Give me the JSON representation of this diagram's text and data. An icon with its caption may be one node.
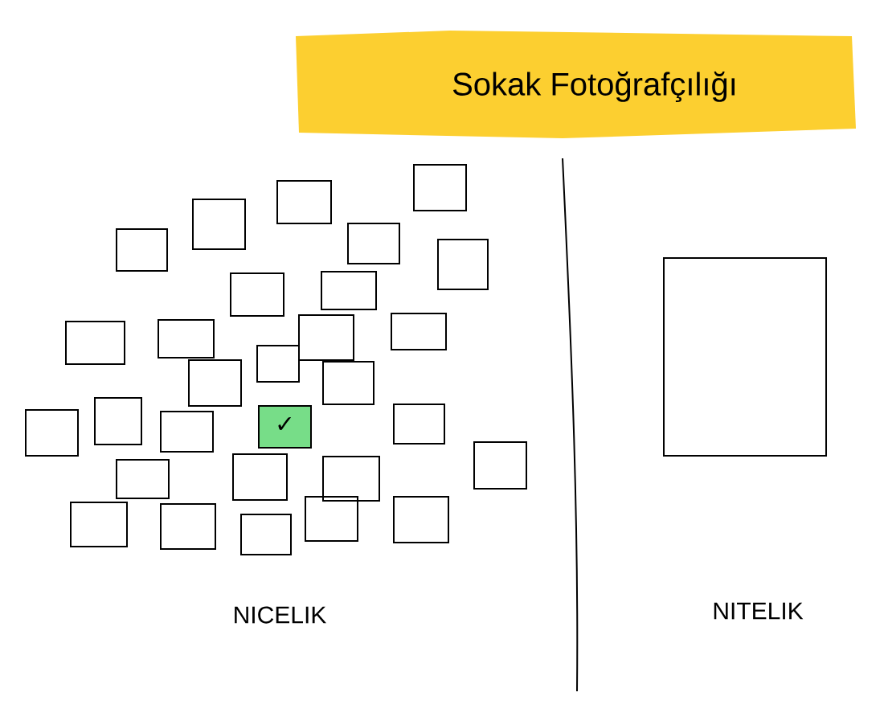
{
  "diagram": {
    "title": "Sokak Fotoğrafçılığı",
    "nodes": [
      {
        "text": [],
        "shape": "box"
      },
      {
        "text": [],
        "shape": "box"
      },
      {
        "text": [],
        "shape": "box"
      },
      {
        "text": [],
        "shape": "box"
      },
      {
        "text": [],
        "shape": "box"
      },
      {
        "text": [],
        "shape": "box"
      },
      {
        "text": [],
        "shape": "box"
      },
      {
        "text": [],
        "shape": "box"
      },
      {
        "text": [],
        "shape": "box"
      },
      {
        "text": [],
        "shape": "box"
      },
      {
        "text": [],
        "shape": "box"
      },
      {
        "text": [],
        "shape": "box"
      },
      {
        "text": [],
        "shape": "box"
      },
      {
        "text": [],
        "shape": "box"
      },
      {
        "text": [],
        "shape": "box"
      },
      {
        "text": [],
        "shape": "box"
      },
      {
        "text": [],
        "shape": "box"
      },
      {
        "text": [],
        "shape": "box"
      },
      {
        "text": [
          "✓"
        ]
      },
      {
        "text": [],
        "shape": "box"
      },
      {
        "text": [],
        "shape": "box"
      },
      {
        "text": [],
        "shape": "box"
      },
      {
        "text": [],
        "shape": "box"
      },
      {
        "text": [],
        "shape": "box"
      },
      {
        "text": [],
        "shape": "box"
      },
      {
        "text": [],
        "shape": "box"
      },
      {
        "text": [],
        "shape": "box"
      },
      {
        "text": [],
        "shape": "box"
      },
      {
        "text": [],
        "shape": "box"
      },
      {
        "text": [],
        "shape": "box"
      }
    ],
    "labels": [
      "NICELIK",
      "NITELIK"
    ]
  }
}
